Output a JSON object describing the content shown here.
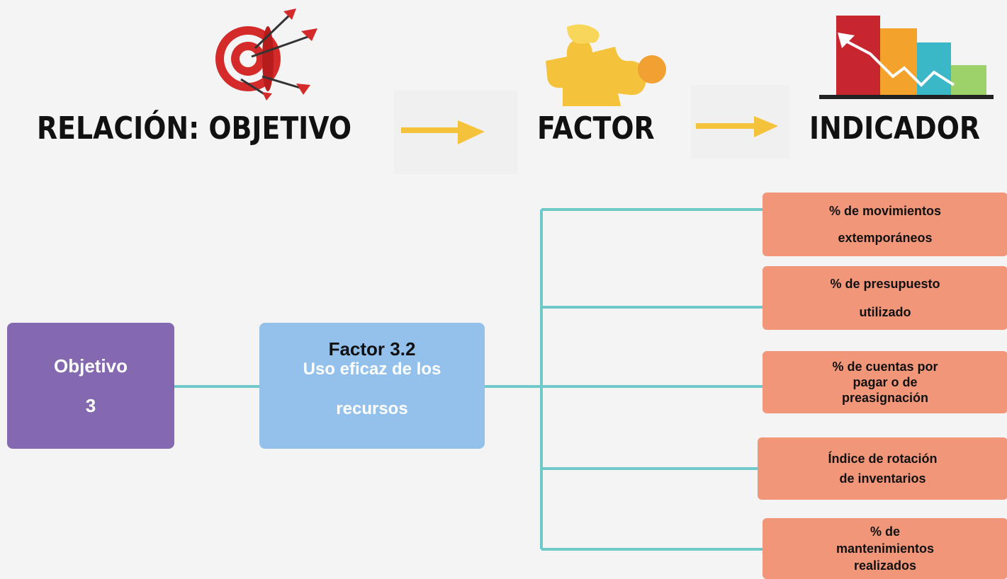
{
  "header": {
    "words": [
      "RELACIÓN: OBJETIVO",
      "FACTOR",
      "INDICADOR"
    ]
  },
  "icons": {
    "objetivo": "target-icon",
    "factor": "puzzle-piece-icon",
    "indicador": "bar-chart-icon",
    "arrows": "right-arrow-icon"
  },
  "diagram": {
    "objective": {
      "line1": "Objetivo",
      "line2": "3"
    },
    "factor": {
      "title": "Factor 3.2",
      "line1": "Uso eficaz de los",
      "line2": "recursos"
    },
    "indicators": [
      {
        "lines": [
          "% de movimientos",
          "extemporáneos"
        ]
      },
      {
        "lines": [
          "% de presupuesto",
          "utilizado"
        ]
      },
      {
        "lines": [
          "% de cuentas por",
          "pagar o de",
          "preasignación"
        ]
      },
      {
        "lines": [
          "Índice de rotación",
          "de inventarios"
        ]
      },
      {
        "lines": [
          "% de",
          "mantenimientos",
          "realizados"
        ]
      }
    ]
  },
  "colors": {
    "connector": "#6ec9c8",
    "objective": "#8468b0",
    "factor": "#93c1ec",
    "indicator": "#f2967a",
    "arrow": "#f5c33b"
  }
}
